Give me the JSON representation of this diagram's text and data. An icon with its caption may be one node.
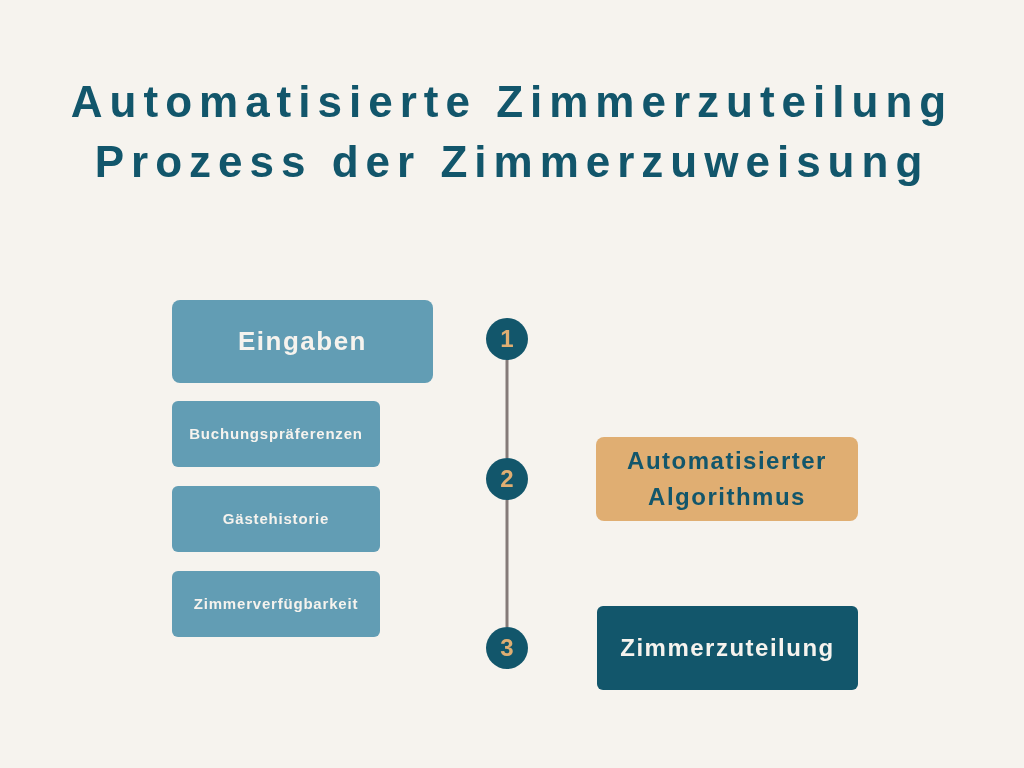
{
  "diagram": {
    "title": "Automatisierte Zimmerzuteilung Prozess der Zimmerzuweisung",
    "nodes": [
      {
        "text": [
          "Eingaben"
        ]
      },
      {
        "text": [
          "Buchungspräferenzen"
        ]
      },
      {
        "text": [
          "Gästehistorie"
        ]
      },
      {
        "text": [
          "Zimmerverfügbarkeit"
        ]
      },
      {
        "text": [
          "1"
        ]
      },
      {
        "text": [
          "2"
        ]
      },
      {
        "text": [
          "3"
        ]
      },
      {
        "text": [
          "Automatisierter Algorithmus"
        ]
      },
      {
        "text": [
          "Zimmerzuteilung"
        ]
      }
    ],
    "edges": [
      {
        "from": 4,
        "to": 5,
        "arrow": "none"
      },
      {
        "from": 5,
        "to": 6,
        "arrow": "none"
      }
    ]
  }
}
